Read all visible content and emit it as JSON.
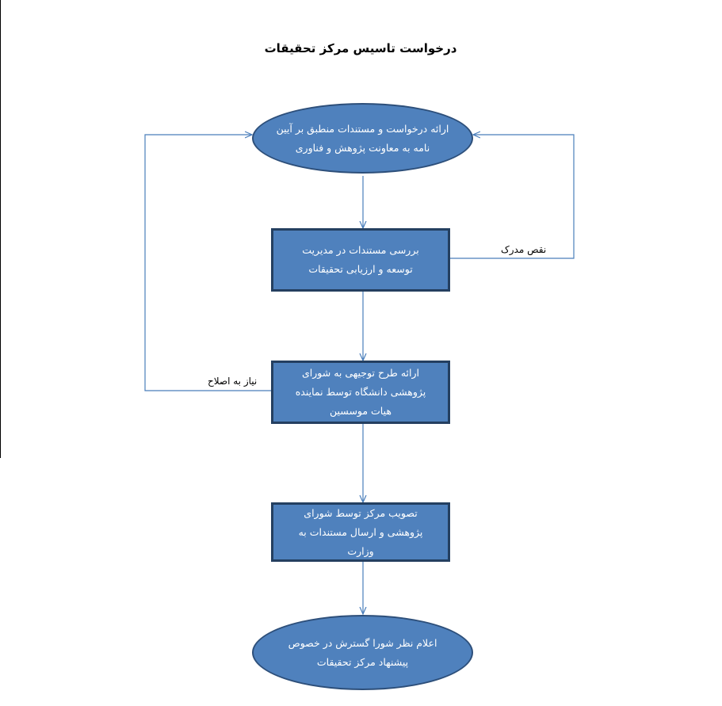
{
  "diagram": {
    "title": "درخواست تاسیس مرکز تحقیقات",
    "nodes": [
      {
        "id": "submit-request",
        "shape": "ellipse",
        "text": "ارائه درخواست و مستندات منطبق بر آیین نامه به معاونت پژوهش و فناوری"
      },
      {
        "id": "review-documents",
        "shape": "rectangle",
        "text": "بررسی مستندات در مدیریت توسعه و ارزیابی تحقیقات"
      },
      {
        "id": "present-plan",
        "shape": "rectangle",
        "text": "ارائه طرح توجیهی به شورای پژوهشی دانشگاه توسط نماینده هیات موسسین"
      },
      {
        "id": "approve-center",
        "shape": "rectangle",
        "text": "تصویب مرکز توسط شورای پژوهشی و ارسال مستندات به وزارت"
      },
      {
        "id": "council-opinion",
        "shape": "ellipse",
        "text": "اعلام نظر شورا گسترش در خصوص پیشنهاد مرکز تحقیقات"
      }
    ],
    "edges": [
      {
        "from": "submit-request",
        "to": "review-documents",
        "label": ""
      },
      {
        "from": "review-documents",
        "to": "present-plan",
        "label": ""
      },
      {
        "from": "present-plan",
        "to": "approve-center",
        "label": ""
      },
      {
        "from": "approve-center",
        "to": "council-opinion",
        "label": ""
      },
      {
        "from": "review-documents",
        "to": "submit-request",
        "label": "نقص مدرک"
      },
      {
        "from": "present-plan",
        "to": "submit-request",
        "label": "نیاز به اصلاح"
      }
    ],
    "colors": {
      "node_fill": "#4f81bd",
      "ellipse_border": "#2d4f7a",
      "rect_border": "#243f60",
      "connector": "#4a7ebb"
    }
  }
}
